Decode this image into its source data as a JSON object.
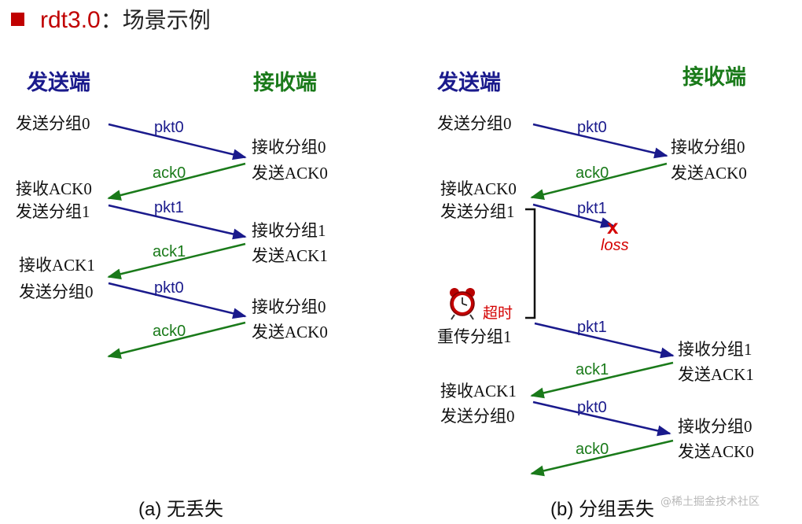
{
  "title": {
    "prefix": "rdt3.0",
    "suffix": "：场景示例"
  },
  "colors": {
    "sender": "#1a1a8c",
    "receiver": "#1a7a1a",
    "loss": "#d40000",
    "title": "#c00000"
  },
  "a": {
    "sender_header": "发送端",
    "receiver_header": "接收端",
    "sender_events": [
      "发送分组0",
      "接收ACK0",
      "发送分组1",
      "接收ACK1",
      "发送分组0"
    ],
    "receiver_events": [
      "接收分组0",
      "发送ACK0",
      "接收分组1",
      "发送ACK1",
      "接收分组0",
      "发送ACK0"
    ],
    "pkt_labels": [
      "pkt0",
      "pkt1",
      "pkt0"
    ],
    "ack_labels": [
      "ack0",
      "ack1",
      "ack0"
    ],
    "caption": "(a) 无丢失"
  },
  "b": {
    "sender_header": "发送端",
    "receiver_header": "接收端",
    "sender_events": [
      "发送分组0",
      "接收ACK0",
      "发送分组1",
      "重传分组1",
      "接收ACK1",
      "发送分组0"
    ],
    "receiver_events": [
      "接收分组0",
      "发送ACK0",
      "接收分组1",
      "发送ACK1",
      "接收分组0",
      "发送ACK0"
    ],
    "pkt_labels": [
      "pkt0",
      "pkt1",
      "pkt1",
      "pkt0"
    ],
    "ack_labels": [
      "ack0",
      "ack1",
      "ack0"
    ],
    "loss_mark": "x",
    "loss_label": "loss",
    "timeout_label": "超时",
    "timer_icon": "alarm-clock-icon",
    "caption": "(b) 分组丢失"
  },
  "watermark": "@稀土掘金技术社区"
}
